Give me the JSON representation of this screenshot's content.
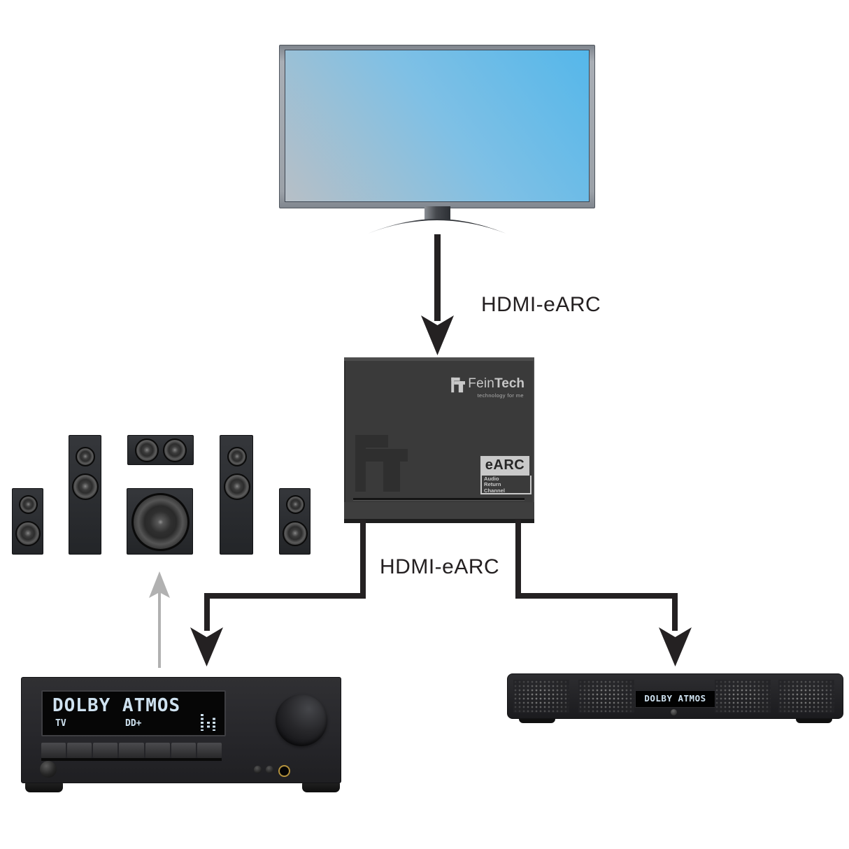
{
  "labels": {
    "hdmi_top": "HDMI-eARC",
    "hdmi_mid": "HDMI-eARC"
  },
  "feintech_box": {
    "brand_light": "Fein",
    "brand_bold": "Tech",
    "tagline": "technology for me",
    "earc_badge": {
      "title": "eARC",
      "lines": [
        "Audio",
        "Return",
        "Channel"
      ]
    }
  },
  "receiver": {
    "display_main": "DOLBY ATMOS",
    "display_source": "TV",
    "display_format": "DD+"
  },
  "soundbar": {
    "display_main": "DOLBY ATMOS"
  },
  "colors": {
    "arrow_black": "#242122",
    "arrow_gray": "#b1b1b1",
    "tv_screen_blue": "#55b7ea",
    "tv_screen_gray": "#b7bfc6",
    "display_text": "#cfe2f0"
  }
}
